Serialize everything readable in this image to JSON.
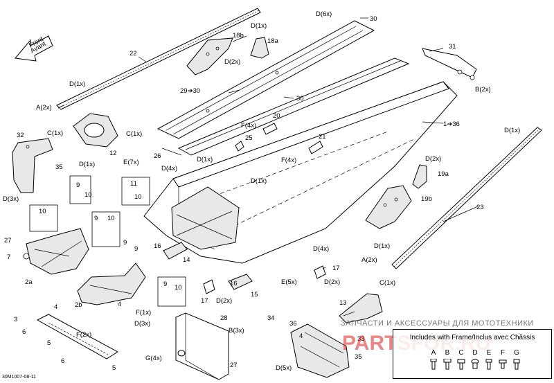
{
  "direction_arrow": {
    "line1": "Front",
    "line2": "Avant"
  },
  "labels": {
    "l22": "22",
    "l1x_22": "D(1x)",
    "l2x_a": "A(2x)",
    "l1x_top": "D(1x)",
    "l6x": "D(6x)",
    "l30a": "30",
    "l18b": "18b",
    "l18a": "18a",
    "l2x_d18": "D(2x)",
    "l31": "31",
    "lB2x": "B(2x)",
    "l2930": "29➔30",
    "l30b": "30",
    "l32": "32",
    "lC1x": "C(1x)",
    "lC1x_b": "C(1x)",
    "l35a": "35",
    "lD1x_12": "D(1x)",
    "l12": "12",
    "lD3x": "D(3x)",
    "lF4x_a": "F(4x)",
    "l20": "20",
    "l25": "25",
    "l26": "26",
    "l136": "1➔36",
    "lD1x_23": "D(1x)",
    "lE7x": "E(7x)",
    "lD4x_a": "D(4x)",
    "lD1x_c": "D(1x)",
    "lD1x_d": "D(1x)",
    "l21": "21",
    "lF4x_b": "F(4x)",
    "lD2x_19": "D(2x)",
    "l19a": "19a",
    "l19b": "19b",
    "l23": "23",
    "l9a": "9",
    "l10a": "10",
    "l11": "11",
    "l10b": "10",
    "l10c": "10",
    "l9b": "9",
    "l10d": "10",
    "l27": "27",
    "l7a": "7",
    "l2a": "2a",
    "l9c": "9",
    "l9d": "9",
    "l16a": "16",
    "l14": "14",
    "lD4x_b": "D(4x)",
    "lD1x_e": "D(1x)",
    "lA2x_b": "A(2x)",
    "l17a": "17",
    "lD2x_17": "D(2x)",
    "lE5x": "E(5x)",
    "l9e": "9",
    "l10e": "10",
    "l16b": "16",
    "l15": "15",
    "l17b": "17",
    "lD2x_15": "D(2x)",
    "lC1x_c": "C(1x)",
    "l13": "13",
    "l4a": "4",
    "l2b": "2b",
    "l4b": "4",
    "lF1x": "F(1x)",
    "lD3x_b": "D(3x)",
    "l3": "3",
    "l6a": "6",
    "l5a": "5",
    "lF2x": "F(2x)",
    "l6b": "6",
    "l5b": "5",
    "l34": "34",
    "l36": "36",
    "l28": "28",
    "lB3x": "B(3x)",
    "lG4x": "G(4x)",
    "l27b": "27",
    "l4c": "4",
    "lD5x": "D(5x)",
    "l35b": "35",
    "l33": "33"
  },
  "watermark": {
    "line1": "ЗАПЧАСТИ И АКСЕССУАРЫ ДЛЯ МОТОТЕХНИКИ",
    "line2": "PARTSFOR.RU"
  },
  "legend": {
    "title": "Includes with Frame/Inclus avec Châssis",
    "letters": [
      "A",
      "B",
      "C",
      "D",
      "E",
      "F",
      "G"
    ]
  },
  "doc_number": "30M1007-08-11"
}
